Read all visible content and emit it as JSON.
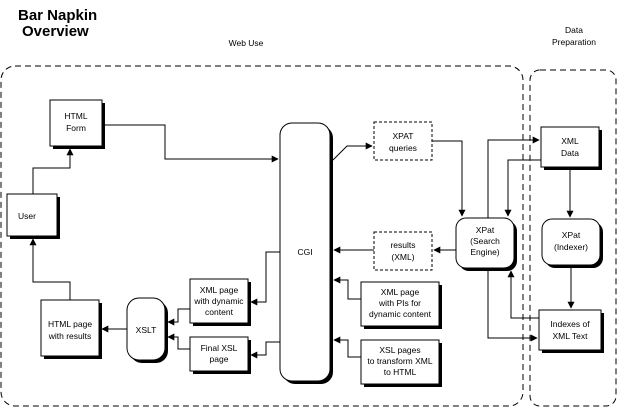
{
  "title": {
    "line1": "Bar Napkin",
    "line2": "Overview"
  },
  "regions": {
    "web_use": "Web Use",
    "data_prep_line1": "Data",
    "data_prep_line2": "Preparation"
  },
  "nodes": {
    "html_form": [
      "HTML",
      "Form"
    ],
    "user": [
      "User"
    ],
    "html_results": [
      "HTML page",
      "with results"
    ],
    "xslt": [
      "XSLT"
    ],
    "xml_dynamic": [
      "XML page",
      "with dynamic",
      "content"
    ],
    "final_xsl": [
      "Final XSL",
      "page"
    ],
    "cgi": [
      "CGI"
    ],
    "xpat_queries": [
      "XPAT",
      "queries"
    ],
    "results_xml": [
      "results",
      "(XML)"
    ],
    "xml_pis": [
      "XML page",
      "with PIs for",
      "dynamic content"
    ],
    "xsl_pages": [
      "XSL pages",
      "to transform XML",
      "to HTML"
    ],
    "xpat_engine": [
      "XPat",
      "(Search",
      "Engine)"
    ],
    "xml_data": [
      "XML",
      "Data"
    ],
    "xpat_indexer": [
      "XPat",
      "(Indexer)"
    ],
    "indexes": [
      "Indexes of",
      "XML Text"
    ]
  },
  "colors": {
    "line": "#000000",
    "background": "#ffffff"
  }
}
